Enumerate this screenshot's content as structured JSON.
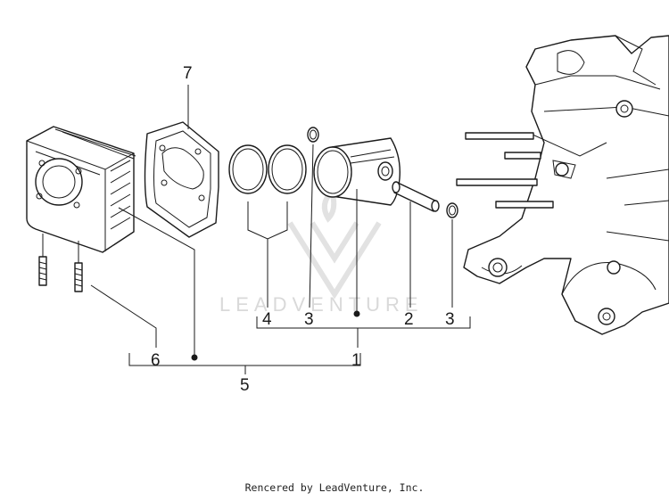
{
  "diagram": {
    "callouts": {
      "c1": "1",
      "c2": "2",
      "c3a": "3",
      "c3b": "3",
      "c4": "4",
      "c5": "5",
      "c6": "6",
      "c7": "7"
    }
  },
  "watermark": {
    "text": "LEADVENTURE"
  },
  "footer": {
    "credit": "Rencered by LeadVenture, Inc."
  }
}
